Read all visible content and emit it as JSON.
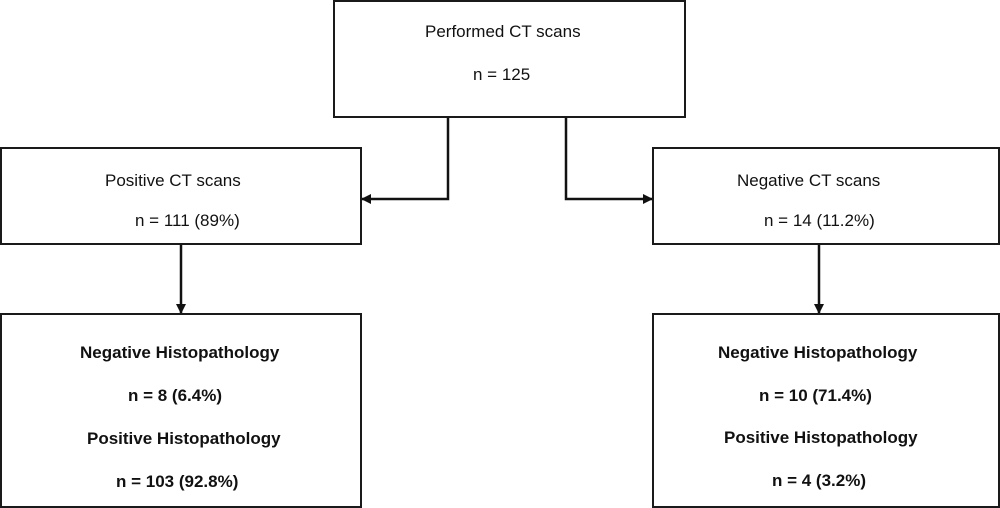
{
  "root": {
    "title": "Performed CT scans",
    "count": "n = 125"
  },
  "positive": {
    "title": "Positive CT scans",
    "count": "n = 111 (89%)"
  },
  "negative": {
    "title": "Negative CT scans",
    "count": "n = 14 (11.2%)"
  },
  "positive_histo": {
    "neg_label": "Negative Histopathology",
    "neg_count": "n = 8 (6.4%)",
    "pos_label": "Positive Histopathology",
    "pos_count": "n = 103 (92.8%)"
  },
  "negative_histo": {
    "neg_label": "Negative Histopathology",
    "neg_count": "n = 10 (71.4%)",
    "pos_label": "Positive Histopathology",
    "pos_count": "n = 4 (3.2%)"
  }
}
